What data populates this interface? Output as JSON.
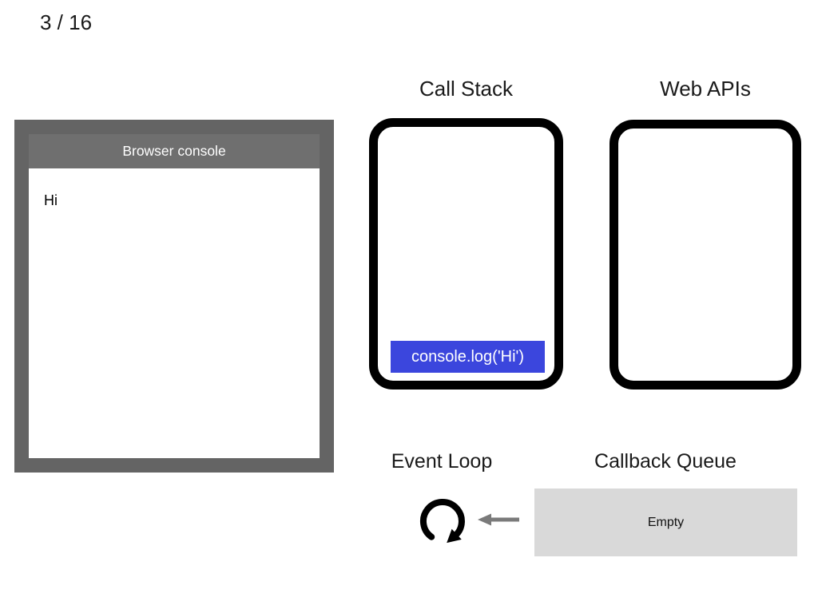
{
  "slide": {
    "counter": "3 / 16"
  },
  "browser_console": {
    "title": "Browser console",
    "lines": [
      "Hi"
    ]
  },
  "call_stack": {
    "title": "Call Stack",
    "frames": [
      {
        "label": "console.log('Hi')"
      }
    ]
  },
  "web_apis": {
    "title": "Web APIs",
    "items": []
  },
  "event_loop": {
    "title": "Event Loop",
    "icon": "circular-arrow-icon"
  },
  "callback_queue": {
    "title": "Callback Queue",
    "content": "Empty",
    "arrow_icon": "left-arrow-icon"
  },
  "colors": {
    "panel_gray": "#646464",
    "panel_header_gray": "#6f6f6f",
    "stack_frame_blue": "#3b46dd",
    "queue_bg_gray": "#d9d9d9",
    "arrow_gray": "#7a7a7a",
    "outline_black": "#000000"
  }
}
